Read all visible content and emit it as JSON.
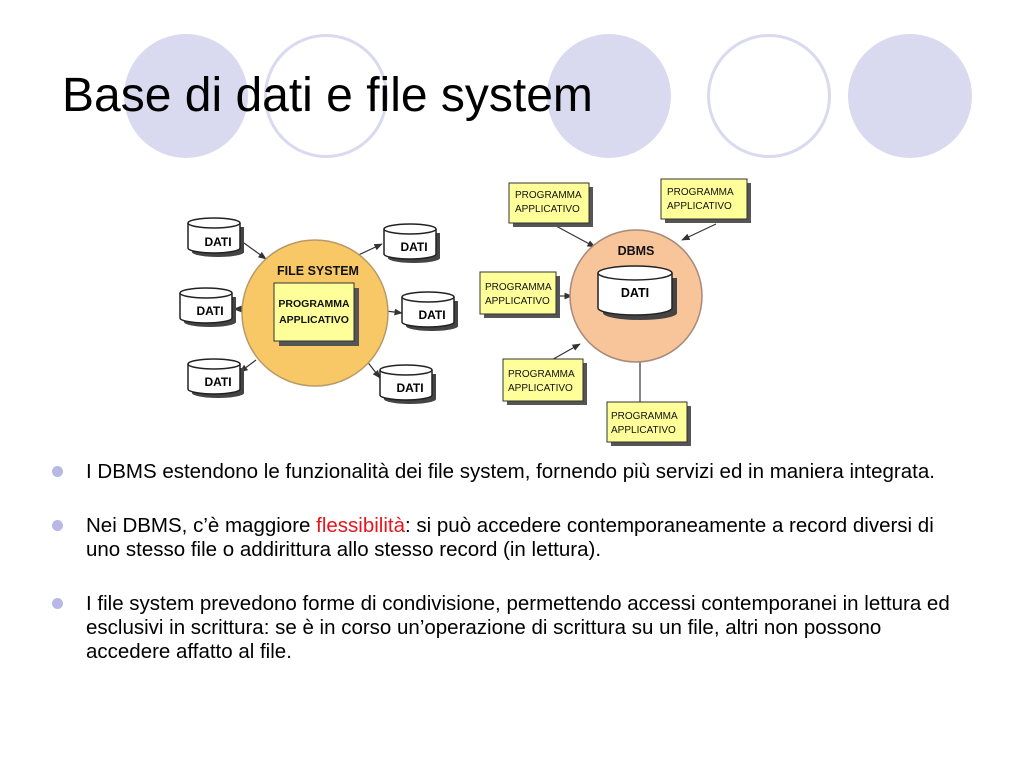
{
  "slide": {
    "title": "Base di dati e file system"
  },
  "diagram": {
    "left": {
      "center_label": "FILE SYSTEM",
      "program_line1": "PROGRAMMA",
      "program_line2": "APPLICATIVO",
      "data_label": "DATI"
    },
    "right": {
      "center_label": "DBMS",
      "data_label": "DATI",
      "program_line1": "PROGRAMMA",
      "program_line2": "APPLICATIVO"
    }
  },
  "bullets": [
    {
      "text": "I DBMS estendono le funzionalità dei file system, fornendo più servizi ed in maniera integrata."
    },
    {
      "before": "Nei DBMS, c’è maggiore ",
      "highlight": "flessibilità",
      "after": ": si può accedere contemporaneamente a record diversi di uno stesso file o addirittura allo stesso record (in lettura)."
    },
    {
      "text": "I file system prevedono forme di condivisione, permettendo accessi contemporanei in lettura ed esclusivi in scrittura: se è in corso un’operazione di scrittura su un file, altri non possono accedere affatto al file."
    }
  ],
  "colors": {
    "decor_circle": "#d9d9f0",
    "bullet": "#b8b8e6",
    "highlight": "#e8141c",
    "file_system_circle": "#f9c866",
    "dbms_circle": "#f8c49a",
    "program_box": "#ffff99"
  }
}
